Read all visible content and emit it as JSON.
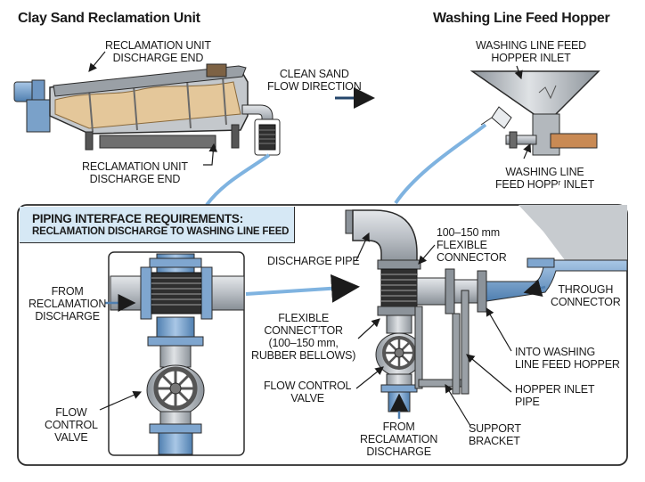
{
  "titles": {
    "left": "Clay Sand Reclamation Unit",
    "right": "Washing Line Feed Hopper"
  },
  "labels": {
    "discharge_end_top": [
      "RECLAMATION UNIT",
      "DISCHARGE END"
    ],
    "discharge_end_bottom": [
      "RECLAMATION UNIT",
      "DISCHARGE END"
    ],
    "flow_direction": [
      "CLEAN SAND",
      "FLOW DIRECTION"
    ],
    "hopper_inlet_top": [
      "WASHING LINE FEED",
      "HOPPER INLET"
    ],
    "hopper_inlet_mid": [
      "WASHING LINE",
      "FEED HOPPʳ INLET"
    ],
    "from_reclamation_left": [
      "FROM",
      "RECLAMATION",
      "DISCHARGE"
    ],
    "flow_control_left": [
      "FLOW",
      "CONTROL",
      "VALVE"
    ],
    "discharge_pipe": "DISCHARGE PIPE",
    "connector_top": [
      "100–150 mm",
      "FLEXIBLE",
      "CONNECTOR"
    ],
    "flexible_connector": [
      "FLEXIBLE",
      "CONNECT’TOR",
      "(100–150 mm,",
      "RUBBER BELLOWS)"
    ],
    "flow_control_mid": [
      "FLOW CONTROL",
      "VALVE"
    ],
    "from_reclamation_bottom": [
      "FROM",
      "RECLAMATION",
      "DISCHARGE"
    ],
    "through_connector": [
      "THROUGH",
      "CONNECTOR"
    ],
    "into_hopper": [
      "INTO WASHING",
      "LINE FEED HOPPER"
    ],
    "hopper_inlet_pipe": [
      "HOPPER INLET",
      "PIPE"
    ],
    "support_bracket": [
      "SUPPORT",
      "BRACKET"
    ]
  },
  "banner": {
    "line1": "PIPING INTERFACE REQUIREMENTS:",
    "line2": "RECLAMATION DISCHARGE TO WASHING LINE FEED"
  },
  "colors": {
    "steel": "#b9bec4",
    "steel_dark": "#8c939a",
    "pipe_blue": "#7fa6cf",
    "sand": "#e4c79a",
    "panel_bg": "#d6e8f5",
    "bellows": "#3a3a3a",
    "copper": "#c98a54",
    "outline": "#2b2b2b"
  }
}
